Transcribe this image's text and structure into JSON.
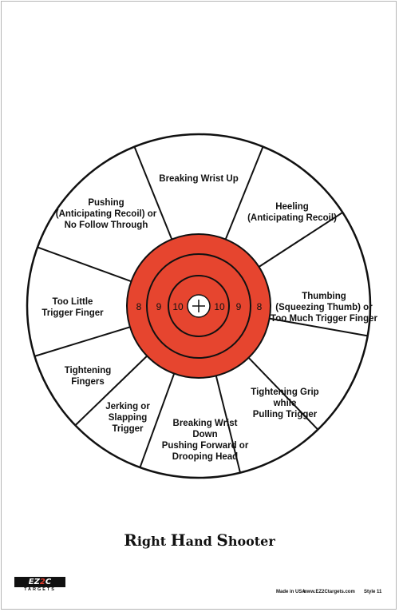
{
  "colors": {
    "bullseye_red": "#e6452f",
    "ink": "#111111",
    "paper": "#ffffff"
  },
  "wedges": [
    {
      "id": "top",
      "lines": [
        "Breaking Wrist Up"
      ]
    },
    {
      "id": "upper-right",
      "lines": [
        "Heeling",
        "(Anticipating Recoil)"
      ]
    },
    {
      "id": "right",
      "lines": [
        "Thumbing",
        "(Squeezing Thumb) or",
        "Too Much Trigger Finger"
      ]
    },
    {
      "id": "lower-right",
      "lines": [
        "Tightening Grip",
        "while",
        "Pulling Trigger"
      ]
    },
    {
      "id": "bottom",
      "lines": [
        "Breaking Wrist",
        "Down",
        "Pushing Forward or",
        "Drooping Head"
      ]
    },
    {
      "id": "lower-left-inner",
      "lines": [
        "Jerking or",
        "Slapping",
        "Trigger"
      ]
    },
    {
      "id": "lower-left",
      "lines": [
        "Tightening",
        "Fingers"
      ]
    },
    {
      "id": "left",
      "lines": [
        "Too Little",
        "Trigger Finger"
      ]
    },
    {
      "id": "upper-left",
      "lines": [
        "Pushing",
        "(Anticipating Recoil) or",
        "No Follow Through"
      ]
    }
  ],
  "bullseye": {
    "left_numbers": [
      "8",
      "9",
      "10"
    ],
    "right_numbers": [
      "10",
      "9",
      "8"
    ]
  },
  "title": {
    "R": "R",
    "ight": "ight ",
    "H": "H",
    "and": "and ",
    "S": "S",
    "hooter": "hooter"
  },
  "footer": {
    "logo_ez": "EZ",
    "logo_2": "2",
    "logo_c": "C",
    "logo_sub": "TARGETS",
    "made_in": "Made in USA",
    "website": "www.EZ2Ctargets.com",
    "style": "Style 11"
  }
}
